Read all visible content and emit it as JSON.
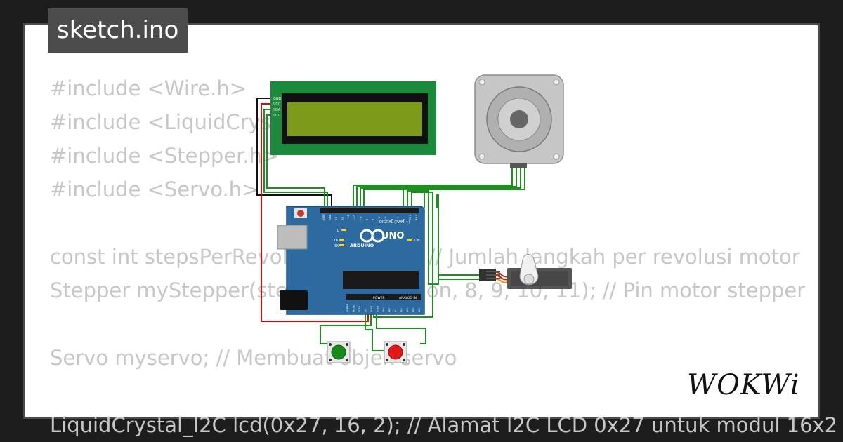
{
  "window": {
    "title": "sketch.ino"
  },
  "code_lines": [
    "#include <Wire.h>",
    "#include <LiquidCrystal_I2C.h>",
    "#include <Stepper.h>",
    "#include <Servo.h>",
    "",
    "const int stepsPerRevolution = 200;  // Jumlah langkah per revolusi motor",
    "Stepper myStepper(stepsPerRevolution, 8, 9, 10, 11); // Pin motor stepper",
    "",
    "Servo myservo; // Membuat objek servo",
    "",
    "LiquidCrystal_I2C lcd(0x27, 16, 2); // Alamat I2C LCD 0x27 untuk modul 16x2"
  ],
  "lcd": {
    "pin_labels": [
      "GND",
      "VCC",
      "SDA",
      "SCL"
    ]
  },
  "arduino": {
    "model": "UNO",
    "brand": "ARDUINO",
    "digital_label": "DIGITAL (PWM ~)",
    "power_label": "POWER",
    "analog_label": "ANALOG IN",
    "led_labels": [
      "L",
      "TX",
      "RX",
      "ON"
    ],
    "top_pins": [
      "AREF",
      "GND",
      "13",
      "12",
      "~11",
      "~10",
      "~9",
      "8",
      "7",
      "~6",
      "~5",
      "4",
      "~3",
      "2",
      "TX 1",
      "RX 0"
    ],
    "bottom_pins": [
      "IOREF",
      "RESET",
      "3.3V",
      "5V",
      "GND",
      "GND",
      "Vin",
      "A0",
      "A1",
      "A2",
      "A3",
      "A4",
      "A5"
    ]
  },
  "buttons": [
    {
      "color_name": "green",
      "color": "#1a8a1a"
    },
    {
      "color_name": "red",
      "color": "#e01818"
    }
  ],
  "colors": {
    "wire_green": "#1f8f1f",
    "wire_red": "#d01010",
    "wire_black": "#111111",
    "board_blue": "#2c6aa0",
    "lcd_green": "#1c8a3c",
    "lcd_screen": "#7d9a1a"
  },
  "brand": {
    "logo": "WOKWi"
  }
}
